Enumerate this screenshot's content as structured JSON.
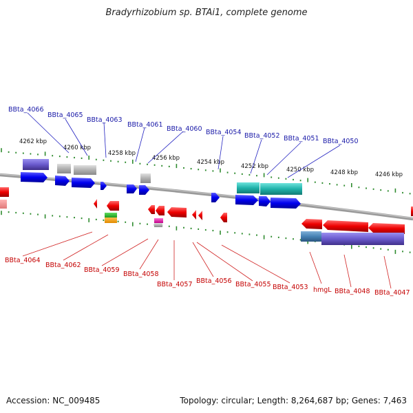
{
  "title": "Bradyrhizobium sp. BTAi1, complete genome",
  "footer": {
    "accession": "Accession: NC_009485",
    "summary": "Topology: circular; Length: 8,264,687 bp; Genes: 7,463"
  },
  "kbp_ticks": [
    "4262 kbp",
    "4260 kbp",
    "4258 kbp",
    "4256 kbp",
    "4254 kbp",
    "4252 kbp",
    "4250 kbp",
    "4248 kbp",
    "4246 kbp"
  ],
  "top_labels": [
    "BBta_4066",
    "BBta_4065",
    "BBta_4063",
    "BBta_4061",
    "BBta_4060",
    "BBta_4054",
    "BBta_4052",
    "BBta_4051",
    "BBta_4050"
  ],
  "bottom_labels": [
    "BBta_4064",
    "BBta_4062",
    "BBta_4059",
    "BBta_4058",
    "BBta_4057",
    "BBta_4056",
    "BBta_4055",
    "BBta_4053",
    "hmgL",
    "BBta_4048",
    "BBta_4047"
  ],
  "colors": {
    "forward_gene": "#0000ee",
    "reverse_gene": "#ee0000",
    "backbone": "#808080",
    "tick": "#2e8b2e",
    "label_top": "#1a1aa8",
    "label_bottom": "#c40000",
    "slate": "#6a5acd",
    "teal": "#20b2aa",
    "gray": "#a9a9a9"
  }
}
